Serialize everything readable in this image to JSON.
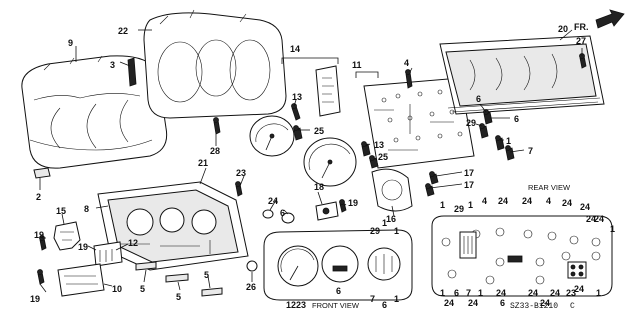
{
  "diagram": {
    "fr_label": "FR.",
    "front_view_label": "FRONT VIEW",
    "rear_view_label": "REAR VIEW",
    "code": "SZ33-B1210",
    "code_suffix": "C",
    "callouts": [
      "1",
      "2",
      "3",
      "4",
      "5",
      "6",
      "7",
      "8",
      "9",
      "10",
      "11",
      "12",
      "13",
      "14",
      "15",
      "16",
      "17",
      "18",
      "19",
      "20",
      "21",
      "22",
      "23",
      "24",
      "25",
      "26",
      "27",
      "28",
      "29"
    ],
    "front_view_callouts": {
      "left": "1223",
      "mid": "6",
      "top_a": "29",
      "top_b": "1",
      "top_c": "1",
      "bot_a": "7",
      "bot_b": "6",
      "bot_c": "1"
    },
    "rear_view_callouts": [
      "1",
      "29",
      "1",
      "4",
      "24",
      "4",
      "24",
      "24",
      "24",
      "24",
      "24",
      "24",
      "24",
      "24",
      "1",
      "6",
      "7",
      "1",
      "24",
      "24",
      "6",
      "24",
      "23",
      "1",
      "24",
      "1"
    ]
  }
}
